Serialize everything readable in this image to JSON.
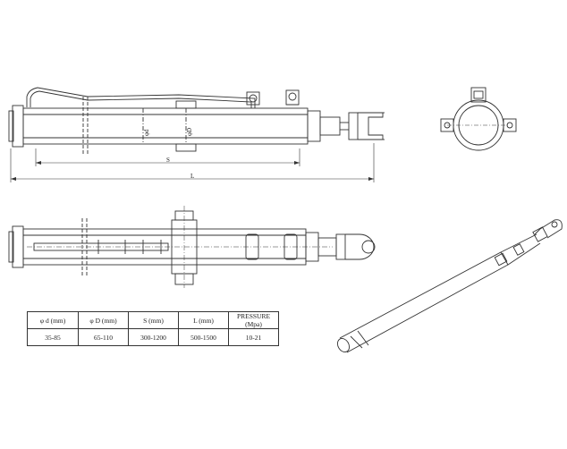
{
  "dimensions": {
    "inner_label": "φd",
    "outer_label": "φD",
    "stroke_label": "S",
    "length_label": "L"
  },
  "spec_table": {
    "headers": [
      "φ d (mm)",
      "φ D (mm)",
      "S (mm)",
      "L (mm)",
      "PRESSURE (Mpa)"
    ],
    "values": [
      "35-85",
      "65-110",
      "300-1200",
      "500-1500",
      "10-21"
    ]
  }
}
